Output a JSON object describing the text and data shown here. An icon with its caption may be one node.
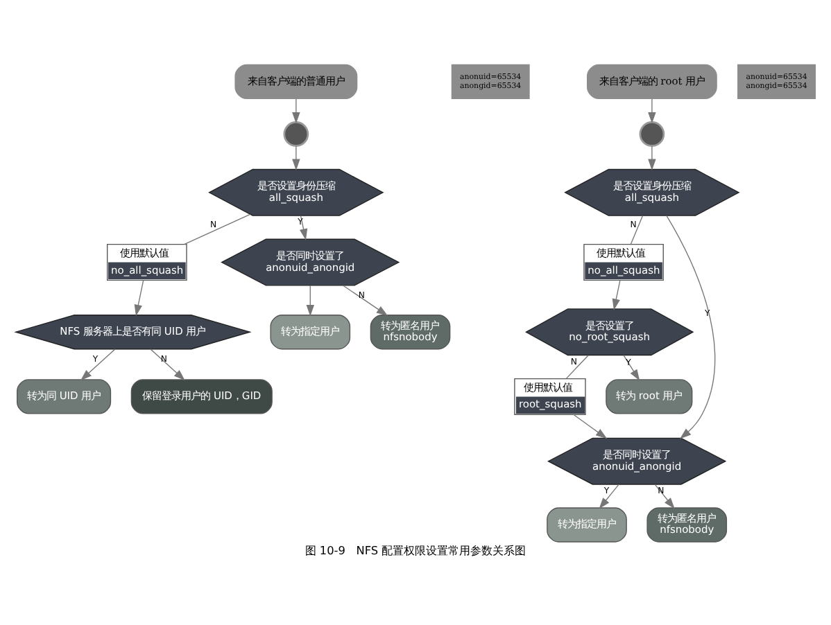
{
  "diagram": {
    "caption": "图 10-9   NFS 配置权限设置常用参数关系图",
    "nodes": [
      {
        "text": [
          "来自客户端的普通用户"
        ]
      },
      {
        "text": [],
        "shape": "person"
      },
      {
        "text": [
          "是否设置身份压缩",
          "all_squash"
        ]
      },
      {
        "text": [
          "使用默认值",
          "no_all_squash"
        ]
      },
      {
        "text": [
          "是否同时设置了",
          "anonuid_anongid"
        ]
      },
      {
        "text": [
          "NFS 服务器上是否有同 UID 用户"
        ]
      },
      {
        "text": [
          "anonuid=65534 anongid=65534"
        ]
      },
      {
        "text": [
          "转为指定用户"
        ]
      },
      {
        "text": [
          "转为同 UID 用户"
        ]
      },
      {
        "text": [
          "转为匿名用户",
          "nfsnobody"
        ]
      },
      {
        "text": [
          "保留登录用户的 UID，GID"
        ]
      },
      {
        "text": [
          "来自客户端的 root 用户"
        ]
      },
      {
        "text": [],
        "shape": "person"
      },
      {
        "text": [
          "是否设置身份压缩",
          "all_squash"
        ]
      },
      {
        "text": [
          "使用默认值",
          "no_all_squash"
        ]
      },
      {
        "text": [
          "是否设置了",
          "no_root_squash"
        ]
      },
      {
        "text": [
          "使用默认值",
          "root_squash"
        ]
      },
      {
        "text": [
          "是否同时设置了",
          "anonuid_anongid"
        ]
      },
      {
        "text": [
          "anonuid=65534 anongid=65534"
        ]
      },
      {
        "text": [
          "转为指定用户"
        ]
      },
      {
        "text": [
          "转为 root 用户"
        ]
      },
      {
        "text": [
          "转为匿名用户",
          "nfsnobody"
        ]
      }
    ],
    "edges": [
      {
        "from": 0,
        "to": 1,
        "arrow": "to"
      },
      {
        "from": 1,
        "to": 2,
        "arrow": "to"
      },
      {
        "from": 2,
        "to": 4,
        "arrow": "to",
        "label": "Y"
      },
      {
        "from": 2,
        "to": 3,
        "arrow": "none",
        "label": "N"
      },
      {
        "from": 3,
        "to": 5,
        "arrow": "to"
      },
      {
        "from": 4,
        "to": 7,
        "arrow": "to"
      },
      {
        "from": 4,
        "to": 9,
        "arrow": "to",
        "label": "N"
      },
      {
        "from": 5,
        "to": 8,
        "arrow": "to",
        "label": "Y"
      },
      {
        "from": 5,
        "to": 10,
        "arrow": "to",
        "label": "N"
      },
      {
        "from": 11,
        "to": 12,
        "arrow": "to"
      },
      {
        "from": 12,
        "to": 13,
        "arrow": "to"
      },
      {
        "from": 13,
        "to": 17,
        "arrow": "to",
        "label": "Y"
      },
      {
        "from": 13,
        "to": 14,
        "arrow": "none",
        "label": "N"
      },
      {
        "from": 14,
        "to": 15,
        "arrow": "to"
      },
      {
        "from": 15,
        "to": 20,
        "arrow": "to",
        "label": "Y"
      },
      {
        "from": 15,
        "to": 16,
        "arrow": "none",
        "label": "N"
      },
      {
        "from": 16,
        "to": 17,
        "arrow": "to"
      },
      {
        "from": 17,
        "to": 19,
        "arrow": "to",
        "label": "Y"
      },
      {
        "from": 17,
        "to": 21,
        "arrow": "to",
        "label": "N"
      }
    ]
  }
}
